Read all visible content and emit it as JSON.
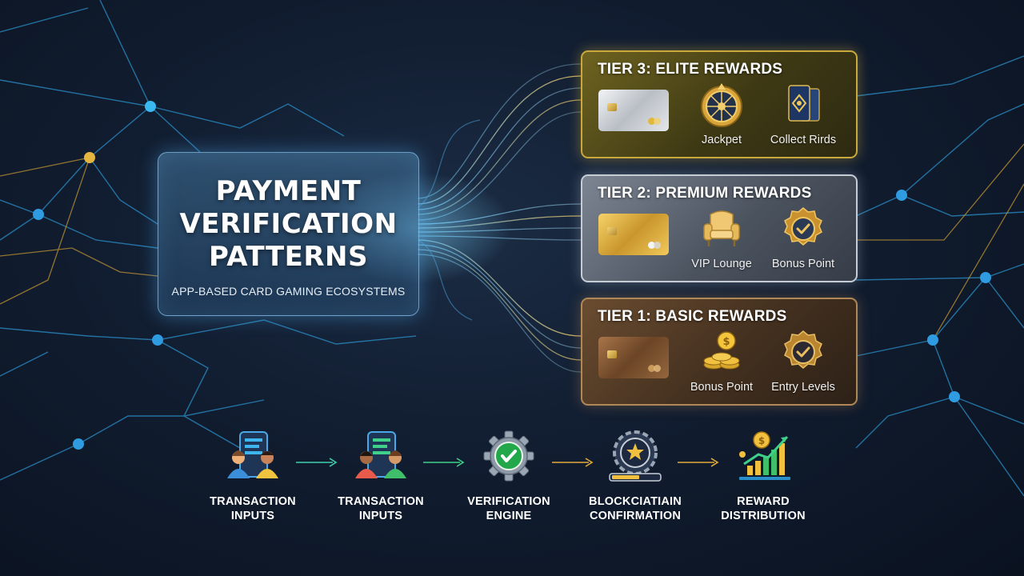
{
  "title": {
    "main_line1": "PAYMENT",
    "main_line2": "VERIFICATION",
    "main_line3": "PATTERNS",
    "subtitle": "APP-BASED CARD GAMING ECOSYSTEMS"
  },
  "tiers": [
    {
      "title": "TIER 3: ELITE REWARDS",
      "card_style": "silver",
      "rewards": [
        {
          "label": "Jackpet",
          "icon": "jackpot-wheel-icon"
        },
        {
          "label": "Collect Rirds",
          "icon": "collectible-cards-icon"
        }
      ]
    },
    {
      "title": "TIER 2: PREMIUM REWARDS",
      "card_style": "gold",
      "rewards": [
        {
          "label": "VIP Lounge",
          "icon": "lounge-chair-icon"
        },
        {
          "label": "Bonus Point",
          "icon": "checkmark-badge-icon"
        }
      ]
    },
    {
      "title": "TIER 1: BASIC REWARDS",
      "card_style": "bronze",
      "rewards": [
        {
          "label": "Bonus Point",
          "icon": "coin-stack-icon"
        },
        {
          "label": "Entry Levels",
          "icon": "checkmark-seal-icon"
        }
      ]
    }
  ],
  "process_steps": [
    {
      "line1": "TRANSACTION",
      "line2": "INPUTS",
      "icon": "users-phone-icon"
    },
    {
      "line1": "TRANSACTION",
      "line2": "INPUTS",
      "icon": "users-phone-icon"
    },
    {
      "line1": "VERIFICATION",
      "line2": "ENGINE",
      "icon": "gear-check-icon"
    },
    {
      "line1": "BLOCKCIATIAIN",
      "line2": "CONFIRMATION",
      "icon": "blockchain-gear-icon"
    },
    {
      "line1": "REWARD",
      "line2": "DISTRIBUTION",
      "icon": "growth-chart-icon"
    }
  ],
  "colors": {
    "background": "#111d30",
    "network_blue": "#2aa0dc",
    "network_gold": "#d9a83a",
    "arrow_green": "#3fd08a",
    "arrow_gold": "#e2a93a"
  }
}
